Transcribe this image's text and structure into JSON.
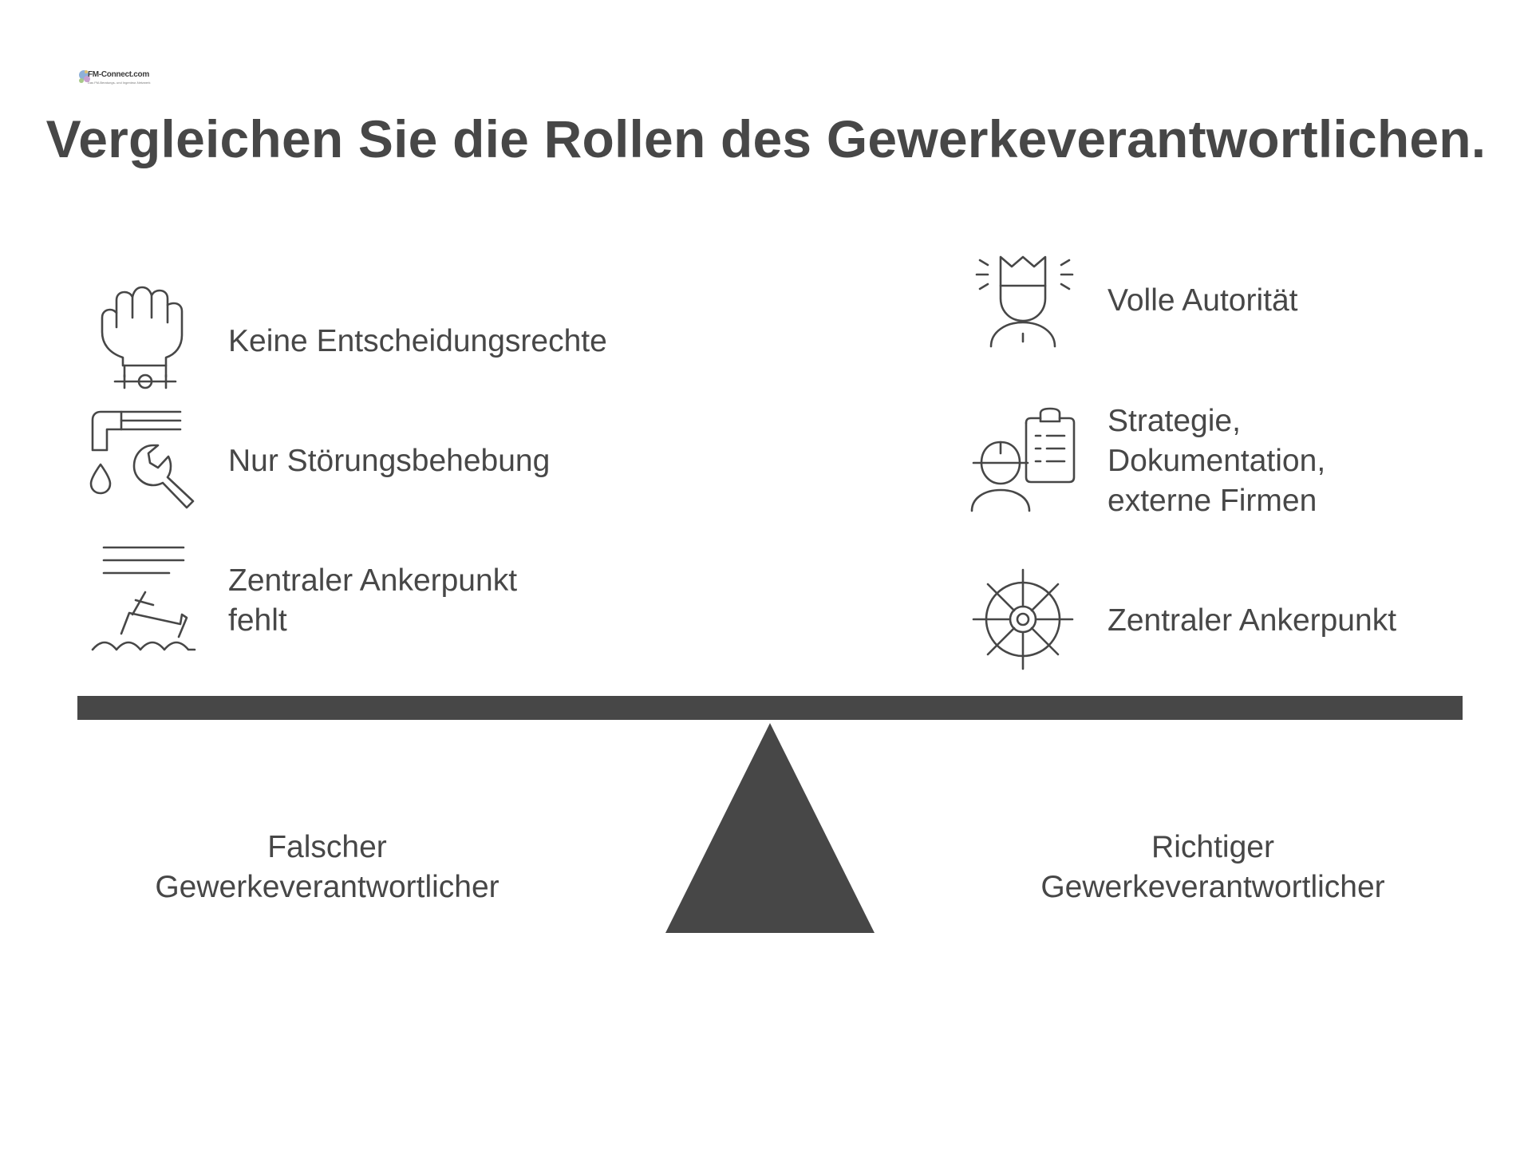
{
  "header": {
    "logo_text": "FM-Connect.com",
    "logo_subtext": "Das FM-Beratungs- und Ingenieur-Netzwerk",
    "title": "Vergleichen Sie die Rollen des Gewerkeverantwortlichen."
  },
  "left_side": {
    "label": "Falscher Gewerkeverantwortlicher",
    "items": [
      {
        "label": "Keine Entscheidungsrechte",
        "icon": "chained-fist-icon"
      },
      {
        "label": "Nur Störungsbehebung",
        "icon": "pipe-leak-wrench-icon"
      },
      {
        "label": "Zentraler Ankerpunkt fehlt",
        "icon": "sinking-ship-icon"
      }
    ]
  },
  "right_side": {
    "label": "Richtiger Gewerkeverantwortlicher",
    "items": [
      {
        "label": "Volle Autorität",
        "icon": "crowned-person-icon"
      },
      {
        "label": "Strategie, Dokumentation, externe Firmen",
        "icon": "worker-clipboard-icon"
      },
      {
        "label": "Zentraler Ankerpunkt",
        "icon": "ship-wheel-icon"
      }
    ]
  },
  "colors": {
    "primary": "#474747",
    "background": "#ffffff"
  }
}
